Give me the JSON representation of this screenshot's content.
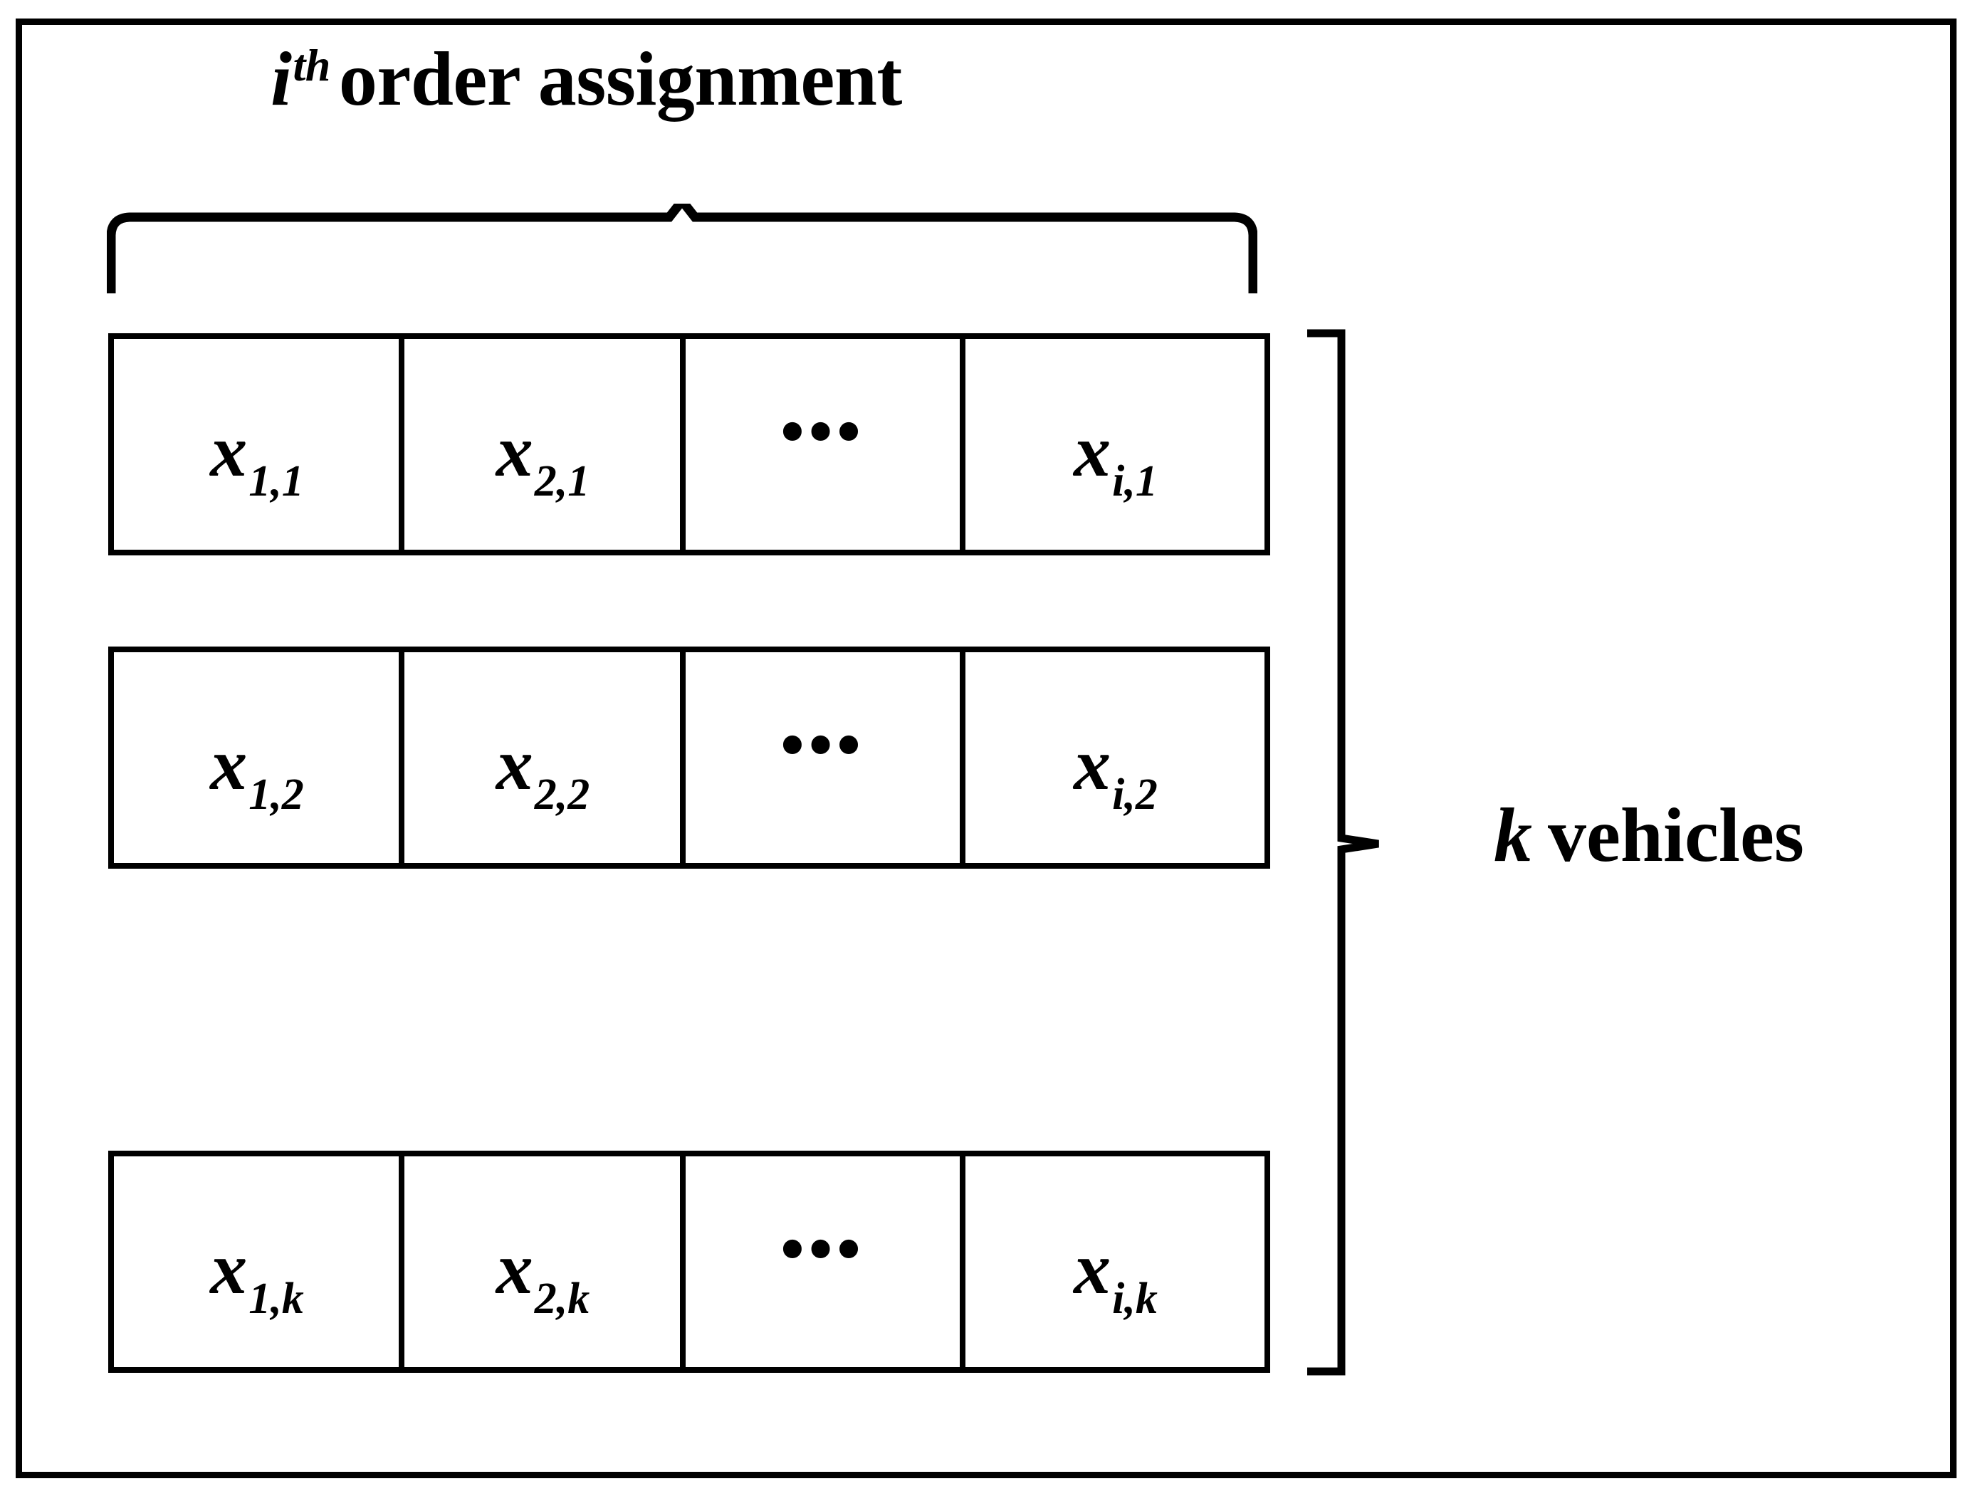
{
  "figure": {
    "type": "matrix-diagram",
    "background_color": "#ffffff",
    "line_color": "#000000"
  },
  "top_label": {
    "variable": "i",
    "superscript": "th",
    "text": " order assignment"
  },
  "right_label": {
    "variable": "k",
    "text": "vehicles"
  },
  "matrix": {
    "ellipsis": "•••",
    "rows": [
      {
        "name": "vehicle-1-row",
        "cells": [
          {
            "base": "x",
            "sub": "1,1",
            "kind": "variable"
          },
          {
            "base": "x",
            "sub": "2,1",
            "kind": "variable"
          },
          {
            "base": "",
            "sub": "",
            "kind": "ellipsis"
          },
          {
            "base": "x",
            "sub": "i,1",
            "kind": "variable"
          }
        ]
      },
      {
        "name": "vehicle-2-row",
        "cells": [
          {
            "base": "x",
            "sub": "1,2",
            "kind": "variable"
          },
          {
            "base": "x",
            "sub": "2,2",
            "kind": "variable"
          },
          {
            "base": "",
            "sub": "",
            "kind": "ellipsis"
          },
          {
            "base": "x",
            "sub": "i,2",
            "kind": "variable"
          }
        ]
      },
      {
        "name": "vehicle-k-row",
        "cells": [
          {
            "base": "x",
            "sub": "1,k",
            "kind": "variable"
          },
          {
            "base": "x",
            "sub": "2,k",
            "kind": "variable"
          },
          {
            "base": "",
            "sub": "",
            "kind": "ellipsis"
          },
          {
            "base": "x",
            "sub": "i,k",
            "kind": "variable"
          }
        ]
      }
    ]
  }
}
